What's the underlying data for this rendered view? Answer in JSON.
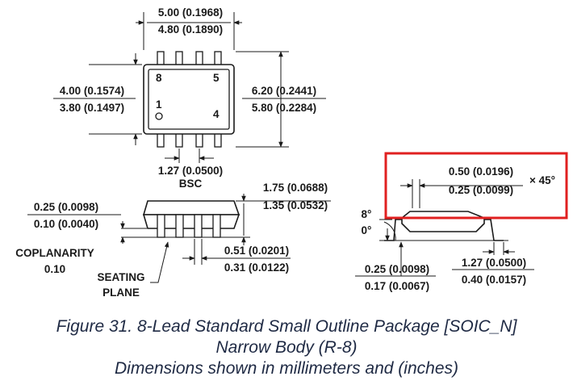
{
  "top_view": {
    "length_max": "5.00 (0.1968)",
    "length_min": "4.80 (0.1890)",
    "body_width_max": "4.00 (0.1574)",
    "body_width_min": "3.80 (0.1497)",
    "overall_width_max": "6.20 (0.2441)",
    "overall_width_min": "5.80 (0.2284)",
    "pin_8": "8",
    "pin_5": "5",
    "pin_1": "1",
    "pin_4": "4",
    "pitch": "1.27 (0.0500)",
    "pitch_note": "BSC"
  },
  "side_view": {
    "height_max": "1.75 (0.0688)",
    "height_min": "1.35 (0.0532)",
    "standoff_max": "0.25 (0.0098)",
    "standoff_min": "0.10 (0.0040)",
    "coplanarity_label": "COPLANARITY",
    "coplanarity_value": "0.10",
    "seating_line1": "SEATING",
    "seating_line2": "PLANE",
    "lead_width_max": "0.51 (0.0201)",
    "lead_width_min": "0.31 (0.0122)"
  },
  "end_view": {
    "chamfer_max": "0.50 (0.0196)",
    "chamfer_min": "0.25 (0.0099)",
    "chamfer_angle": "× 45°",
    "angle_max": "8°",
    "angle_min": "0°",
    "lead_thickness_max": "0.25 (0.0098)",
    "lead_thickness_min": "0.17 (0.0067)",
    "foot_length_max": "1.27 (0.0500)",
    "foot_length_min": "0.40 (0.0157)"
  },
  "highlight": {
    "color": "#e02020"
  },
  "caption": {
    "line1": "Figure 31. 8-Lead Standard Small Outline Package [SOIC_N]",
    "line2": "Narrow Body (R-8)",
    "line3": "Dimensions shown in millimeters and (inches)"
  }
}
